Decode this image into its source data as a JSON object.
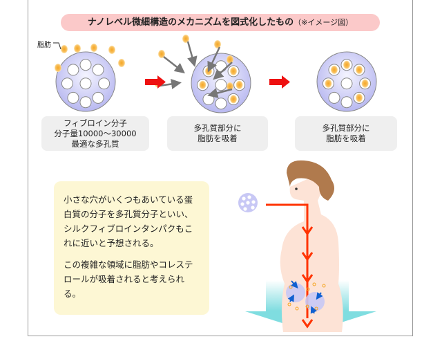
{
  "title": {
    "main": "ナノレベル微細構造のメカニズムを図式化したもの",
    "note": "（※イメージ図）"
  },
  "fat_label": "脂肪",
  "captions": [
    {
      "lines": [
        "フィブロイン分子",
        "分子量10000〜30000",
        "最適な多孔質"
      ]
    },
    {
      "lines": [
        "多孔質部分に",
        "脂肪を吸着"
      ]
    },
    {
      "lines": [
        "多孔質部分に",
        "脂肪を吸着"
      ]
    }
  ],
  "description": {
    "p1": "小さな穴がいくつもあいている蛋白質の分子を多孔質分子といい、シルクフィブロインタンパクもこれに近いと予想される。",
    "p2": "この複雑な領域に脂肪やコレステロールが吸着されると考えられる。"
  },
  "colors": {
    "title_bg": "#fbc9c9",
    "arrow": "#ee1111",
    "fat": "#f5a623",
    "molecule": "#c8c8f5",
    "textbox_bg": "#fdf7d4"
  }
}
